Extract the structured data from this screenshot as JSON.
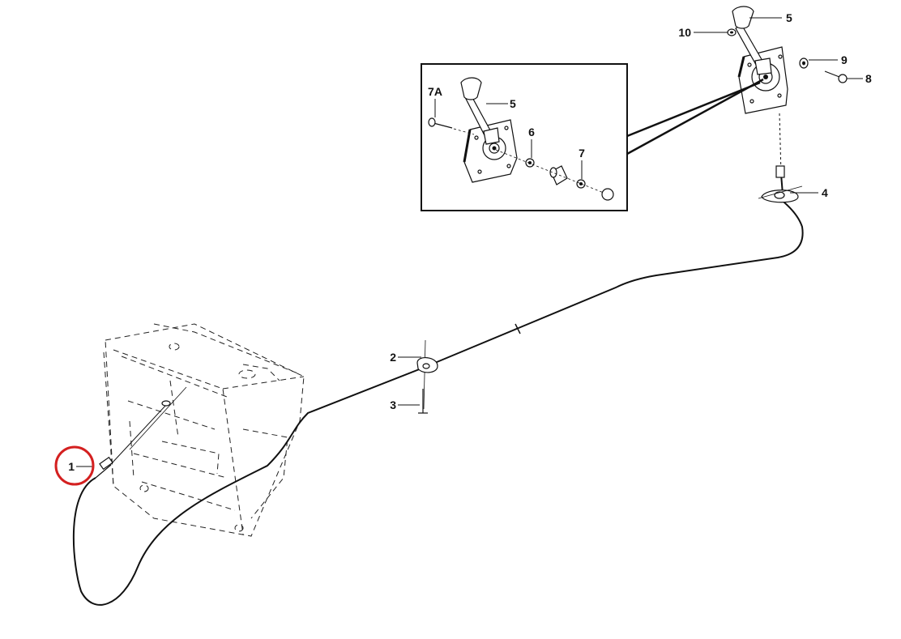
{
  "callouts": {
    "c1": "1",
    "c2": "2",
    "c3": "3",
    "c4": "4",
    "c5_top": "5",
    "c5_inset": "5",
    "c6": "6",
    "c7": "7",
    "c7a": "7A",
    "c8": "8",
    "c9": "9",
    "c10": "10"
  },
  "colors": {
    "line": "#111111",
    "highlight_circle": "#d42020",
    "background": "#ffffff"
  },
  "highlighted_callout": "1"
}
